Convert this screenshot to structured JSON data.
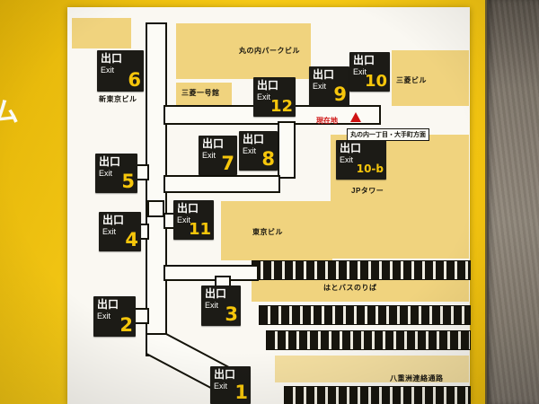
{
  "sign": {
    "side_char": "ム"
  },
  "exit": {
    "kanji": "出口",
    "en": "Exit"
  },
  "exits": [
    {
      "number": "6"
    },
    {
      "number": "12"
    },
    {
      "number": "9"
    },
    {
      "number": "10"
    },
    {
      "number": "5"
    },
    {
      "number": "7"
    },
    {
      "number": "8"
    },
    {
      "number": "10-b"
    },
    {
      "number": "4"
    },
    {
      "number": "11"
    },
    {
      "number": "2"
    },
    {
      "number": "3"
    },
    {
      "number": "1"
    }
  ],
  "labels": {
    "marunouchi_park": "丸の内パークビル",
    "shin_tokyo": "新東京ビル",
    "mitsubishi_ichigokan": "三菱一号館",
    "mitsubishi": "三菱ビル",
    "jp_tower": "JPタワー",
    "tokyo_building": "東京ビル",
    "hato_bus": "はとバスのりば",
    "yaesu": "八重洲連絡通路"
  },
  "marker": {
    "current_location": "現在地",
    "direction": "丸の内一丁目・大手町方面"
  },
  "colors": {
    "sign_yellow": "#f5c916",
    "panel_white": "#faf8f2",
    "building_tan": "#f0d37e",
    "exit_black": "#1c1b16",
    "number_yellow": "#f6c60b",
    "marker_red": "#cf1212",
    "wall_brown": "#8a8174"
  }
}
